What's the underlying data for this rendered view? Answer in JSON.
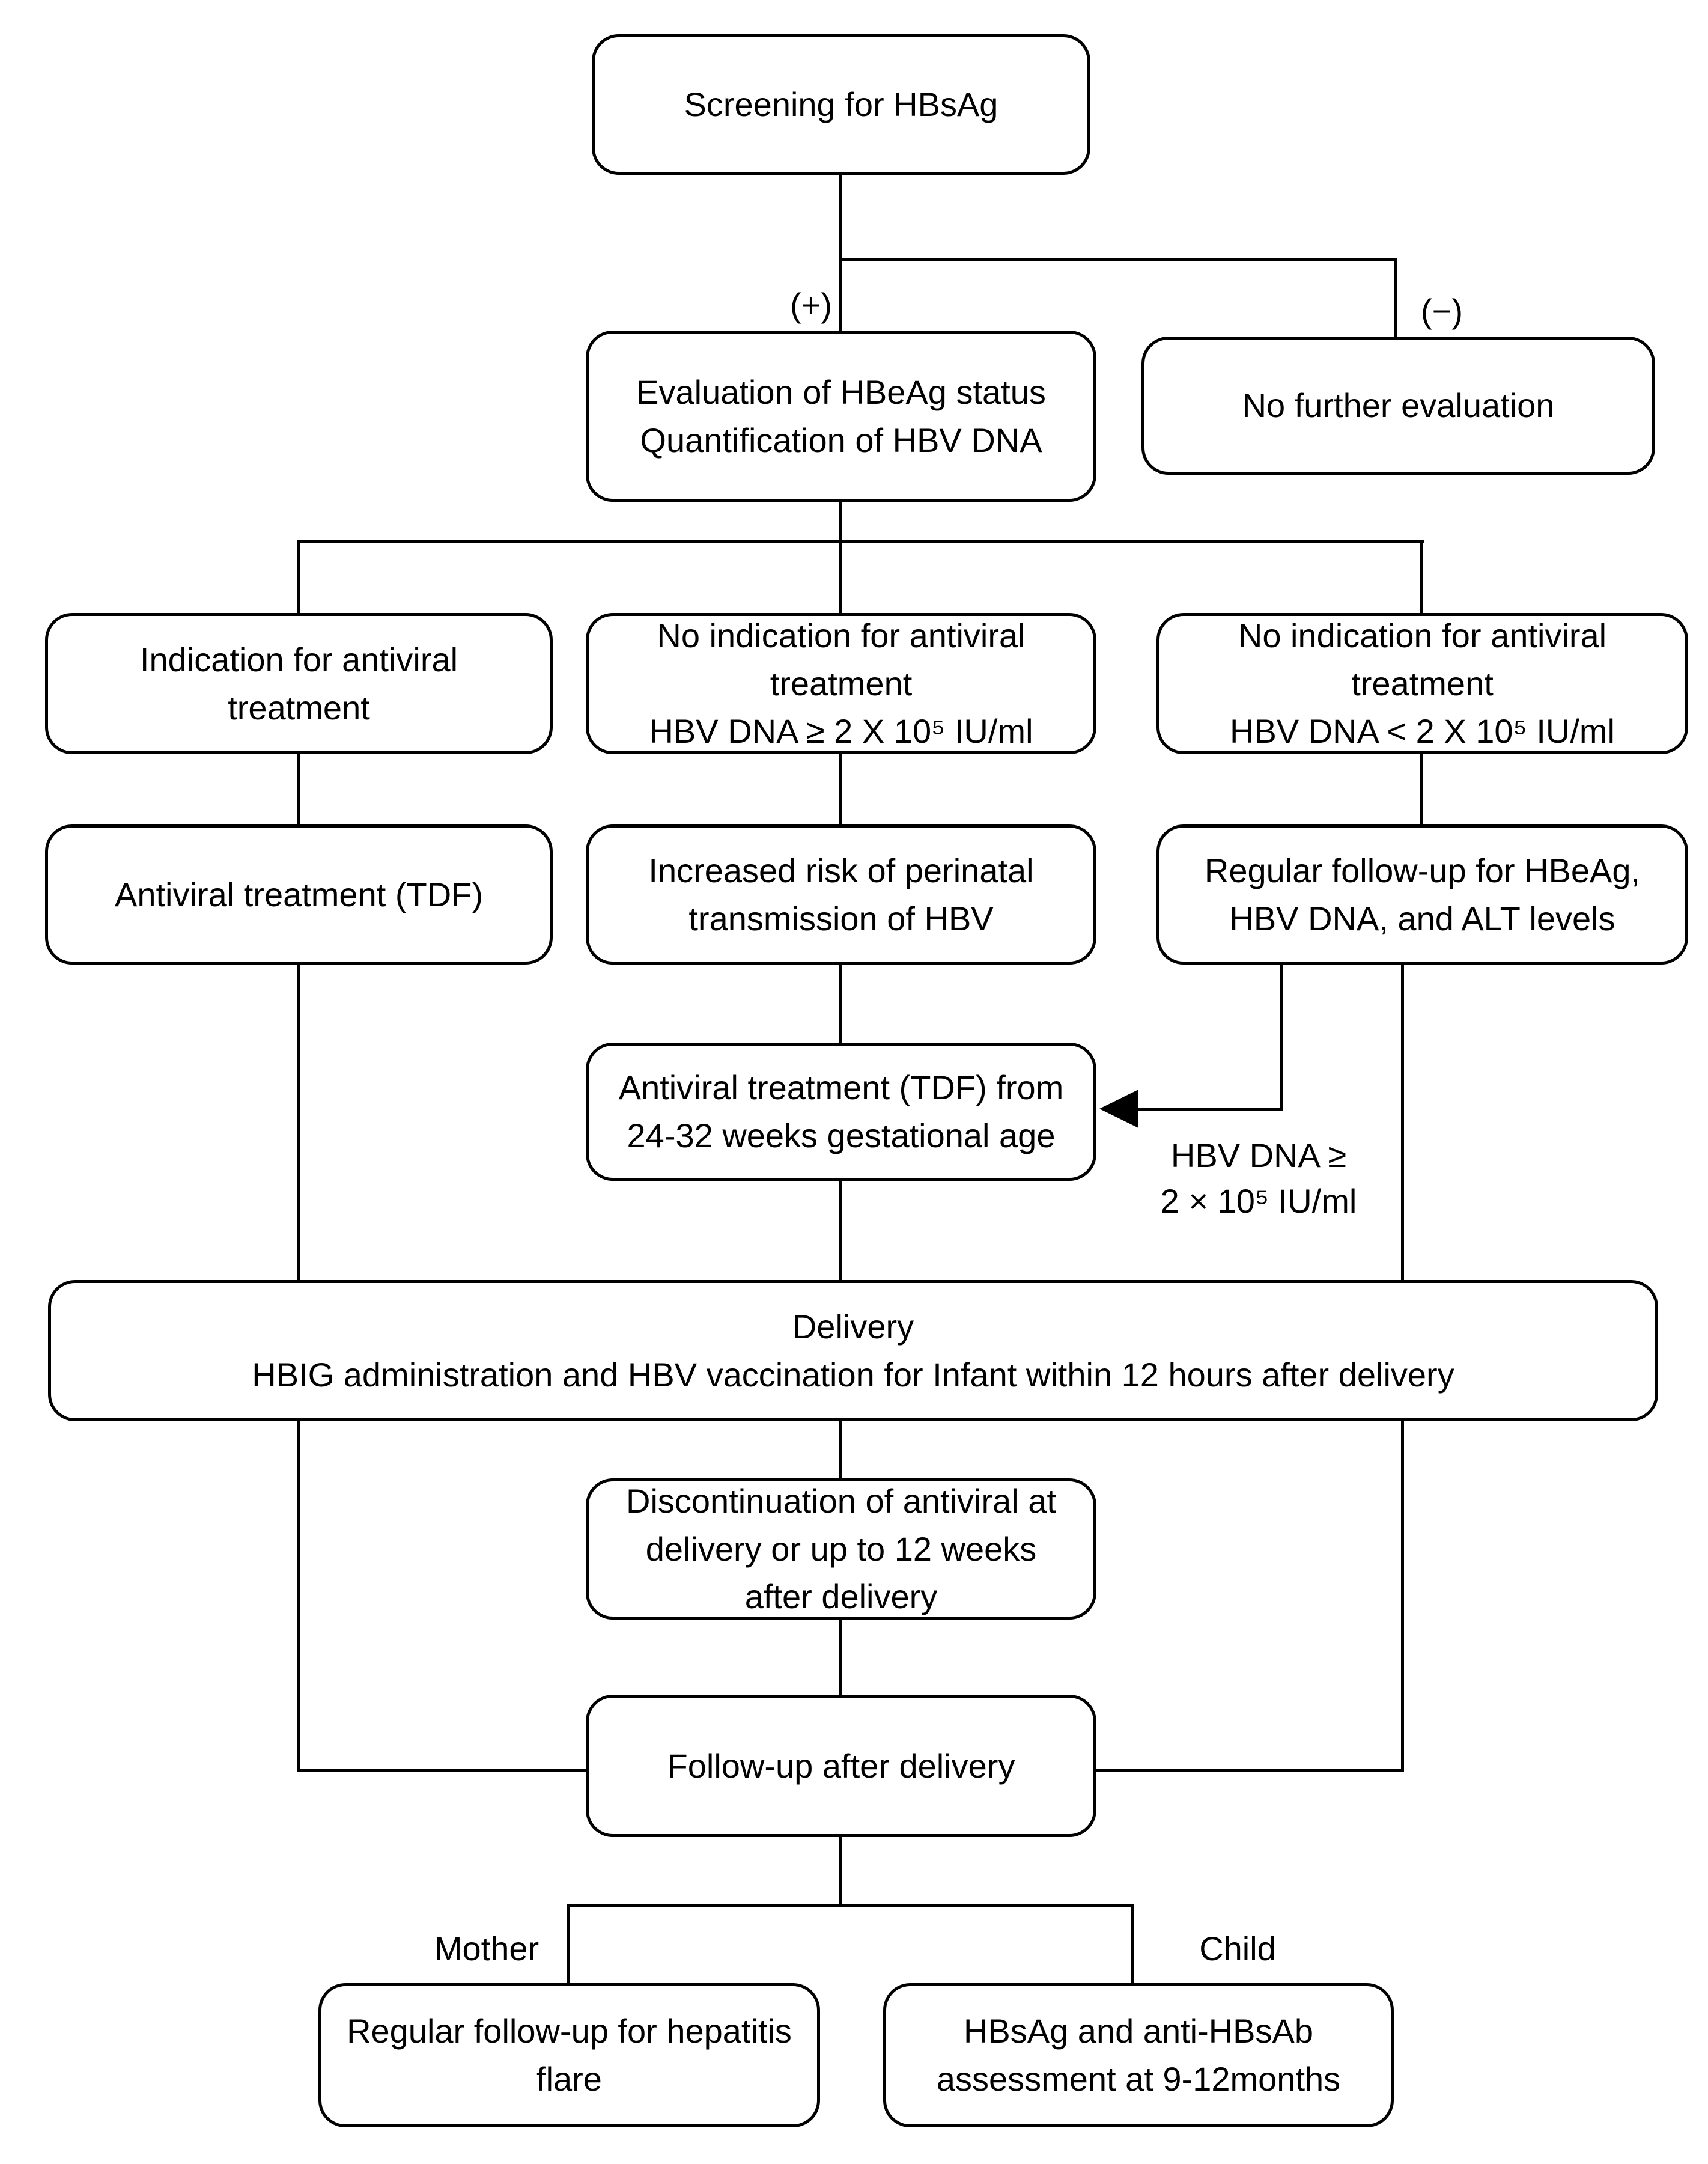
{
  "figure": {
    "background_color": "#ffffff",
    "line_color": "#000000"
  },
  "nodes": {
    "screening": "Screening for HBsAg",
    "evaluation": "Evaluation of HBeAg status\nQuantification of HBV DNA",
    "no_further": "No further evaluation",
    "indication": "Indication for antiviral\ntreatment",
    "no_indication_high": "No indication for antiviral\ntreatment\nHBV DNA ≥ 2 X 10⁵ IU/ml",
    "no_indication_low": "No indication for antiviral\ntreatment\nHBV DNA < 2 X 10⁵ IU/ml",
    "antiviral_tdf": "Antiviral treatment (TDF)",
    "increased_risk": "Increased risk of perinatal\ntransmission of HBV",
    "regular_followup_levels": "Regular follow-up for HBeAg,\nHBV DNA, and ALT levels",
    "tdf_24_32": "Antiviral treatment (TDF) from\n24-32 weeks gestational age",
    "delivery": "Delivery\nHBIG administration and HBV vaccination for Infant within 12 hours after delivery",
    "discontinuation": "Discontinuation of antiviral at\ndelivery or up to 12 weeks\nafter delivery",
    "followup_after_delivery": "Follow-up after delivery",
    "mother_followup": "Regular follow-up for hepatitis\nflare",
    "child_assessment": "HBsAg and anti-HBsAb\nassessment at 9-12months"
  },
  "labels": {
    "positive": "(+)",
    "negative": "(−)",
    "arrow_condition": "HBV DNA ≥\n2 × 10⁵ IU/ml",
    "mother": "Mother",
    "child": "Child"
  }
}
